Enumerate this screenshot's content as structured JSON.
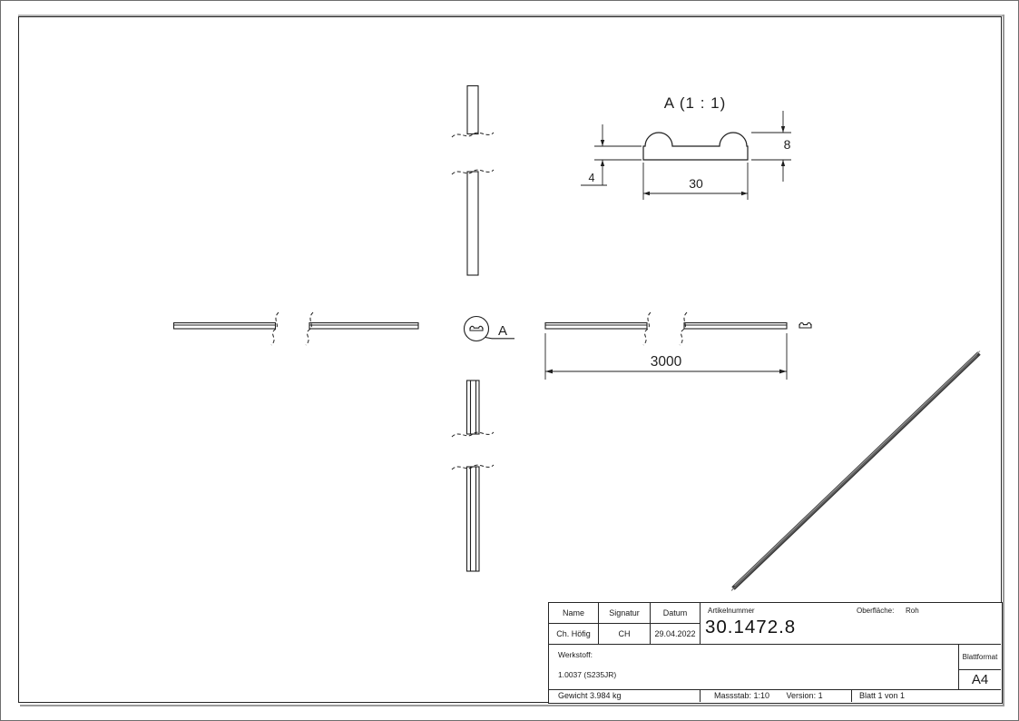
{
  "views": {
    "detail": {
      "title": "A (1 : 1)",
      "dim_total_height": "8",
      "dim_base_height": "4",
      "dim_width": "30"
    },
    "front": {
      "dim_length": "3000"
    },
    "detail_callout": {
      "label": "A"
    }
  },
  "title_block": {
    "headers": {
      "name": "Name",
      "signatur": "Signatur",
      "datum": "Datum",
      "artikelnummer": "Artikelnummer",
      "blattformat": "Blattformat"
    },
    "values": {
      "name": "Ch. Höfig",
      "signatur": "CH",
      "datum": "29.04.2022",
      "artikelnummer": "30.1472.8",
      "blattformat": "A4"
    },
    "oberflaeche_label": "Oberfläche:",
    "oberflaeche_value": "Roh",
    "werkstoff_label": "Werkstoff:",
    "werkstoff_value": "1.0037 (S235JR)",
    "gewicht": "Gewicht 3.984 kg",
    "massstab": "Massstab: 1:10",
    "version": "Version: 1",
    "blatt": "Blatt 1 von 1"
  },
  "colors": {
    "line": "#1f1f1f",
    "shadow": "#9a9a9a",
    "iso_bar": "#3b3b3b"
  }
}
